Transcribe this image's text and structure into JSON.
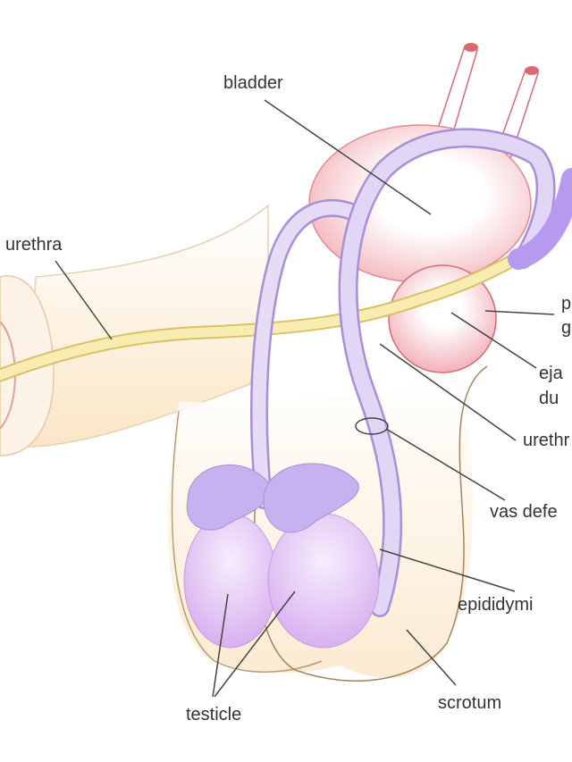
{
  "labels": {
    "bladder": "bladder",
    "urethra_left": "urethra",
    "prostate_1": "p",
    "prostate_2": "g",
    "ejaculatory_1": "eja",
    "ejaculatory_2": "du",
    "urethra_right": "urethr",
    "vas_deferens": "vas defe",
    "epididymis": "epididymi",
    "scrotum": "scrotum",
    "testicle": "testicle"
  },
  "colors": {
    "bladder": "#f6c9cc",
    "purple": "#c9b2ee",
    "urethra": "#f6e6a0",
    "skin": "#fdf0dc",
    "line": "#444444"
  }
}
